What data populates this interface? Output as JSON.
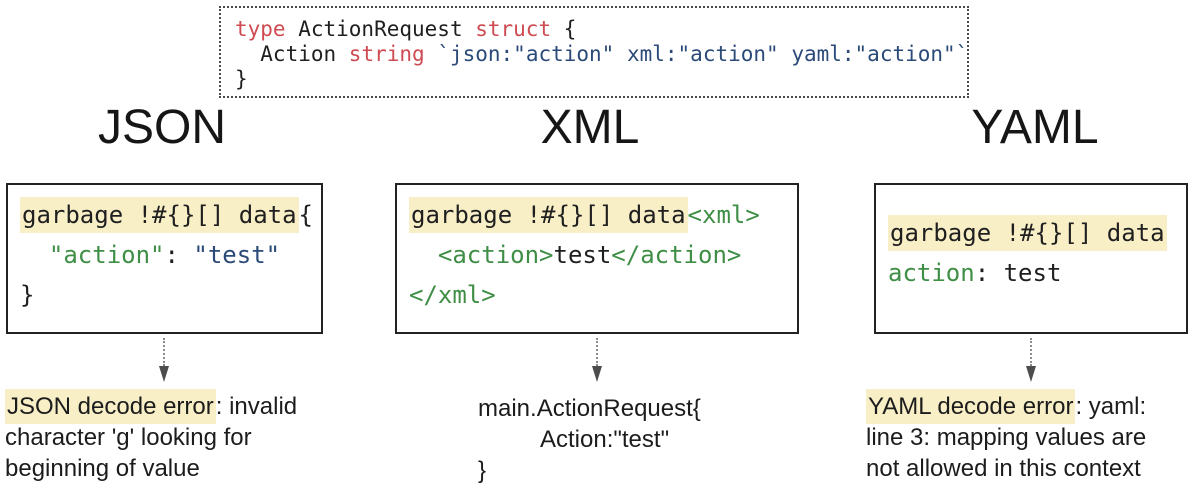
{
  "palette": {
    "highlight_yellow": "#f8efc7",
    "keyword_red": "#cf4b52",
    "string_navy": "#2b4a78",
    "tag_green": "#3f8e46",
    "text_dark": "#1f1f1f",
    "arrow_gray": "#4d4d4d",
    "box_border": "#222222"
  },
  "struct_code": {
    "l1": {
      "kw_type": "type",
      "name": " ActionRequest ",
      "kw_struct": "struct",
      "open_brace": " {"
    },
    "l2": {
      "field": "  Action ",
      "kw_string": "string",
      "sep": " ",
      "tag": "`json:\"action\" xml:\"action\" yaml:\"action\"`"
    },
    "l3": {
      "close_brace": "}"
    }
  },
  "columns": {
    "json": {
      "heading": "JSON",
      "box": {
        "l1_hl": "garbage !#{}[] data",
        "l1_rest": "{",
        "l2_indent": "  ",
        "l2_key": "\"action\"",
        "l2_sep": ": ",
        "l2_value": "\"test\"",
        "l3": "}"
      },
      "result": {
        "l1_hl": "JSON decode error",
        "l1_rest": ": invalid",
        "l2": "character 'g' looking for",
        "l3": "beginning of value"
      }
    },
    "xml": {
      "heading": "XML",
      "box": {
        "l1_hl": "garbage !#{}[] data",
        "l1_tag": "<xml>",
        "l2_indent": "  ",
        "l2_open": "<action>",
        "l2_value": "test",
        "l2_close": "</action>",
        "l3_tag": "</xml>"
      },
      "result": {
        "l1": "main.ActionRequest{",
        "l2": "Action:\"test\"",
        "l3": "}"
      }
    },
    "yaml": {
      "heading": "YAML",
      "box": {
        "l1_hl": "garbage !#{}[] data",
        "l2_key": "action",
        "l2_rest": ": test"
      },
      "result": {
        "l1_hl": "YAML decode error",
        "l1_rest": ": yaml:",
        "l2": "line 3: mapping values are",
        "l3": "not allowed in this context"
      }
    }
  }
}
